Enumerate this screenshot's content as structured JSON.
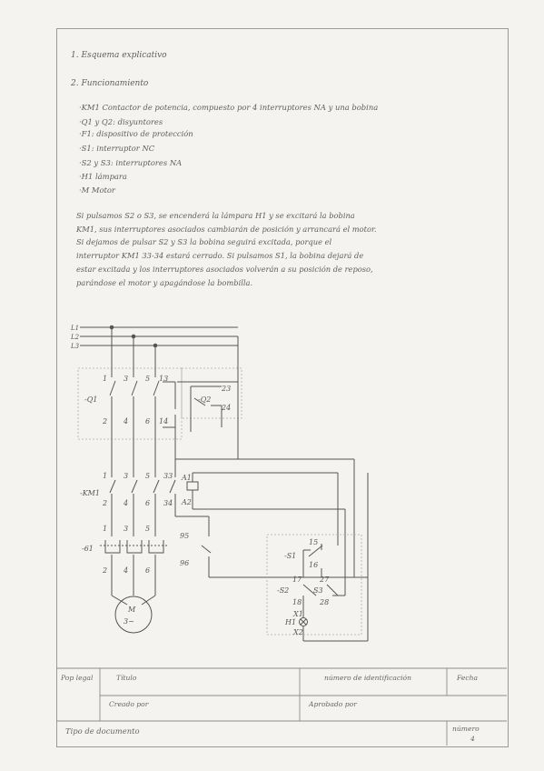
{
  "sections": {
    "heading1": "1. Esquema explicativo",
    "heading2": "2. Funcionamiento"
  },
  "components": [
    "·KM1 Contactor de potencia, compuesto por 4 interruptores NA y una bobina",
    "·Q1 y Q2: disyuntores",
    "·F1: dispositivo de protección",
    "·S1: interruptor NC",
    "·S2 y S3: interruptores NA",
    "·H1 lámpara",
    "·M Motor"
  ],
  "paragraph": [
    "Si pulsamos S2 o S3, se encenderá la lámpara H1 y se excitará la bobina",
    "KM1, sus interruptores asociados cambiarán de posición y arrancará el motor.",
    "Si dejamos de pulsar S2 y S3 la bobina seguirá excitada, porque el",
    "interruptor KM1 33-34 estará cerrado. Si pulsamos S1, la bobina dejará de",
    "estar excitada y los interruptores asociados volverán a su posición de reposo,",
    "parándose el motor y apagándose la bombilla."
  ],
  "diagram": {
    "lines": [
      "L1",
      "L2",
      "L3"
    ],
    "q1": {
      "label": "-Q1",
      "top": [
        "1",
        "3",
        "5"
      ],
      "bottom": [
        "2",
        "4",
        "6"
      ]
    },
    "q1_aux": {
      "top": "13",
      "bottom": "14"
    },
    "q2": {
      "label": "-Q2",
      "top": "23",
      "bottom": "24"
    },
    "km1": {
      "label": "-KM1",
      "top": [
        "1",
        "3",
        "5",
        "33"
      ],
      "bottom": [
        "2",
        "4",
        "6",
        "34"
      ],
      "coil_top": "A1",
      "coil_bottom": "A2"
    },
    "f1": {
      "label": "-61",
      "top": [
        "1",
        "3",
        "5"
      ],
      "bottom": [
        "2",
        "4",
        "6"
      ],
      "aux_top": "95",
      "aux_bottom": "96"
    },
    "motor": {
      "label": "M",
      "phase": "3~"
    },
    "s1": {
      "label": "-S1",
      "top": "15",
      "bottom": "16"
    },
    "s2": {
      "label": "-S2",
      "top": "17",
      "bottom": "18"
    },
    "s3": {
      "label": "S3",
      "top": "27",
      "bottom": "28"
    },
    "h1": {
      "label": "H1",
      "top": "X1",
      "bottom": "X2"
    }
  },
  "title_block": {
    "legal": "Pop legal",
    "title": "Título",
    "id_number": "número de identificación",
    "date": "Fecha",
    "created_by": "Creado por",
    "approved_by": "Aprobado por",
    "doc_type": "Tipo de documento",
    "sheet_label": "número",
    "sheet_number": "4"
  }
}
